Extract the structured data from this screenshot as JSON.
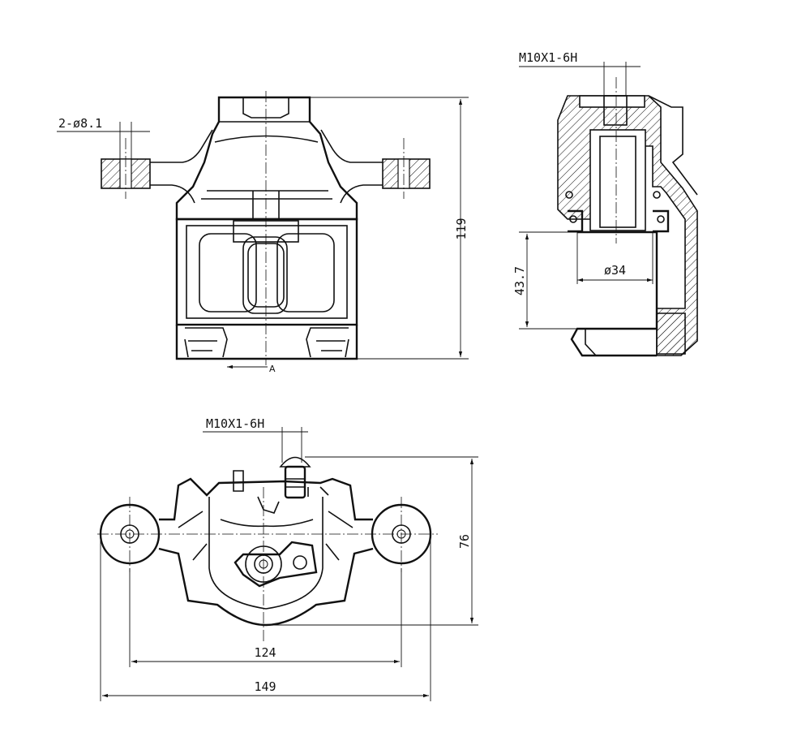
{
  "labels": {
    "front_holes": "2-ø8.1",
    "height_total": "119",
    "section_mark": "A",
    "side_thread": "M10X1-6H",
    "side_offset": "43.7",
    "piston_diameter": "ø34",
    "bottom_thread": "M10X1-6H",
    "bottom_height": "76",
    "hole_spacing": "124",
    "overall_width": "149"
  }
}
